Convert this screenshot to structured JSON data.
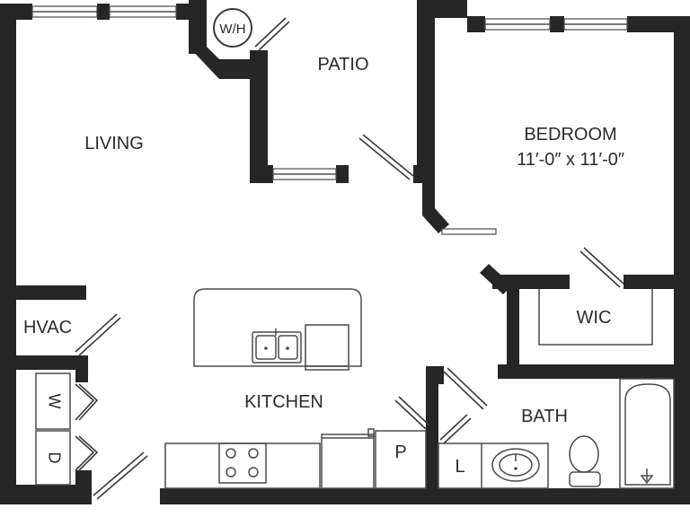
{
  "rooms": {
    "living": "LIVING",
    "patio": "PATIO",
    "bedroom": "BEDROOM",
    "bedroom_size": "11′-0″ x 11′-0″",
    "wic": "WIC",
    "hvac": "HVAC",
    "kitchen": "KITCHEN",
    "bath": "BATH",
    "water_heater": "W/H",
    "washer": "W",
    "dryer": "D",
    "pantry": "P",
    "linen": "L"
  }
}
